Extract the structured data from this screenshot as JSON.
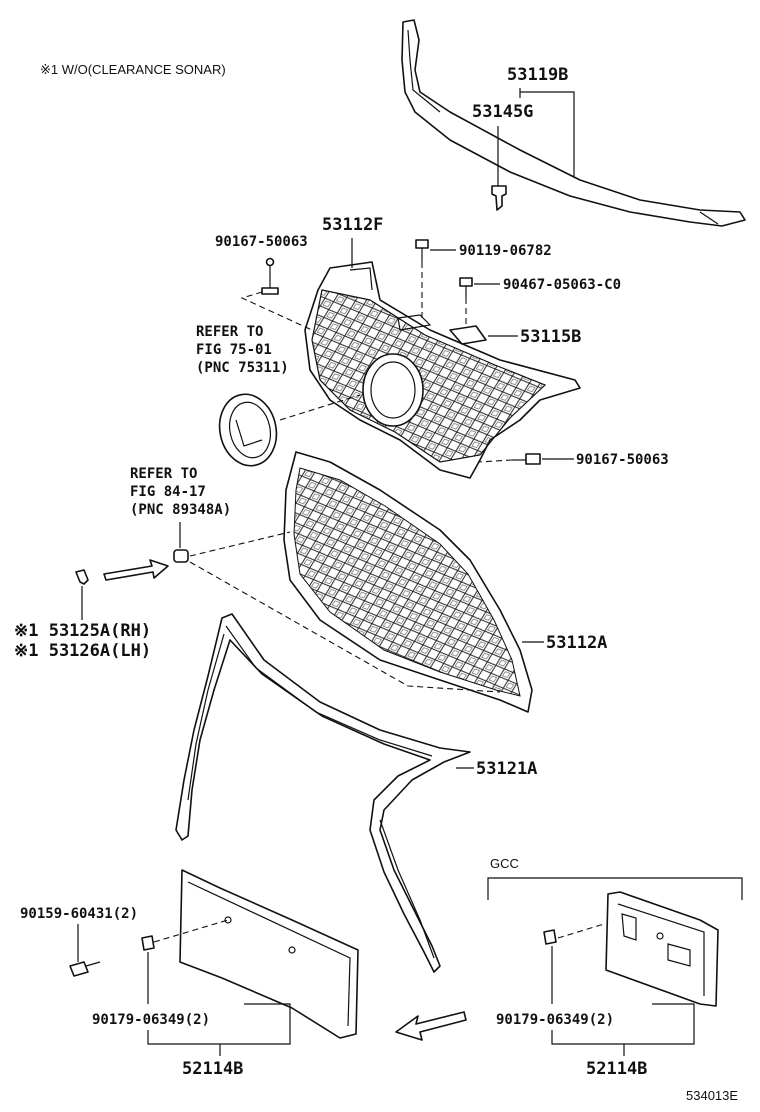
{
  "note": "※1 W/O(CLEARANCE SONAR)",
  "figure_id": "534013E",
  "gcc_label": "GCC",
  "parts": {
    "p53119B": "53119B",
    "p53145G": "53145G",
    "p53112F": "53112F",
    "p90167_50063_a": "90167-50063",
    "p90119_06782": "90119-06782",
    "p90467_05063": "90467-05063-C0",
    "p53115B": "53115B",
    "p90167_50063_b": "90167-50063",
    "p53112A": "53112A",
    "p53125A": "※1 53125A(RH)",
    "p53126A": "※1 53126A(LH)",
    "p53121A": "53121A",
    "p90159_60431": "90159-60431(2)",
    "p90179_06349_a": "90179-06349(2)",
    "p52114B_a": "52114B",
    "p90179_06349_b": "90179-06349(2)",
    "p52114B_b": "52114B"
  },
  "refs": {
    "ref1_line1": "REFER TO",
    "ref1_line2": "FIG 75-01",
    "ref1_line3": "(PNC 75311)",
    "ref2_line1": "REFER TO",
    "ref2_line2": "FIG 84-17",
    "ref2_line3": "(PNC 89348A)"
  }
}
